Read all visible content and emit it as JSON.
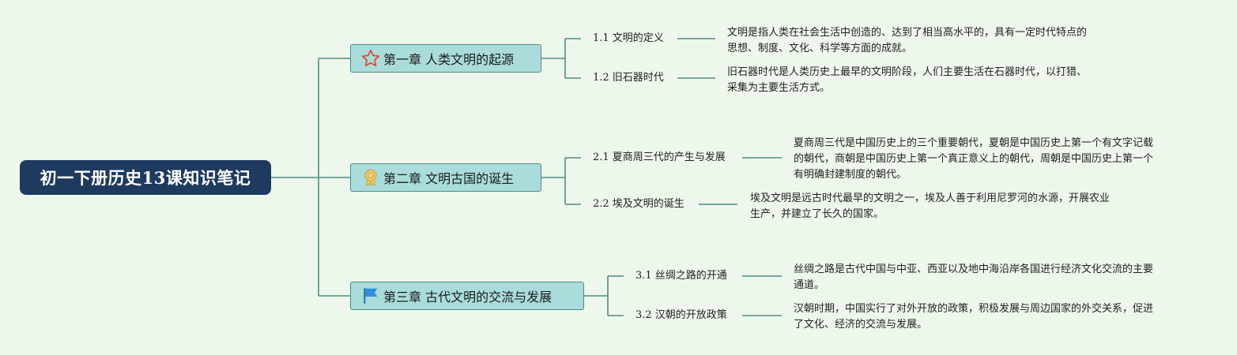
{
  "root": {
    "title": "初一下册历史13课知识笔记"
  },
  "chapters": [
    {
      "icon": "star-icon",
      "title": "第一章 人类文明的起源",
      "subs": [
        {
          "label": "1.1 文明的定义",
          "desc": [
            "文明是指人类在社会生活中创造的、达到了相当高水平的，具有一定时代特点的",
            "思想、制度、文化、科学等方面的成就。"
          ]
        },
        {
          "label": "1.2 旧石器时代",
          "desc": [
            "旧石器时代是人类历史上最早的文明阶段，人们主要生活在石器时代，以打猎、",
            "采集为主要生活方式。"
          ]
        }
      ]
    },
    {
      "icon": "award-medal-icon",
      "title": "第二章 文明古国的诞生",
      "subs": [
        {
          "label": "2.1 夏商周三代的产生与发展",
          "desc": [
            "夏商周三代是中国历史上的三个重要朝代，夏朝是中国历史上第一个有文字记载",
            "的朝代，商朝是中国历史上第一个真正意义上的朝代，周朝是中国历史上第一个",
            "有明确封建制度的朝代。"
          ]
        },
        {
          "label": "2.2 埃及文明的诞生",
          "desc": [
            "埃及文明是远古时代最早的文明之一，埃及人善于利用尼罗河的水源，开展农业",
            "生产，并建立了长久的国家。"
          ]
        }
      ]
    },
    {
      "icon": "flag-icon",
      "title": "第三章 古代文明的交流与发展",
      "subs": [
        {
          "label": "3.1 丝绸之路的开通",
          "desc": [
            "丝绸之路是古代中国与中亚、西亚以及地中海沿岸各国进行经济文化交流的主要",
            "通道。"
          ]
        },
        {
          "label": "3.2 汉朝的开放政策",
          "desc": [
            "汉朝时期，中国实行了对外开放的政策，积极发展与周边国家的外交关系，促进",
            "了文化、经济的交流与发展。"
          ]
        }
      ]
    }
  ],
  "colors": {
    "background": "#eef7ec",
    "root_fill": "#1f3a5f",
    "chapter_fill": "#a9dcda",
    "line": "#4e8d84"
  }
}
